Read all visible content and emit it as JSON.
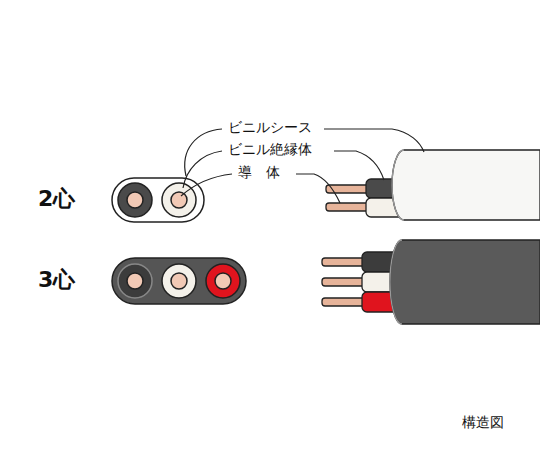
{
  "diagram": {
    "caption": "構造図",
    "labels": [
      "ビニルシース",
      "ビニル絶縁体",
      "導　体",
      "2心",
      "3心"
    ]
  }
}
